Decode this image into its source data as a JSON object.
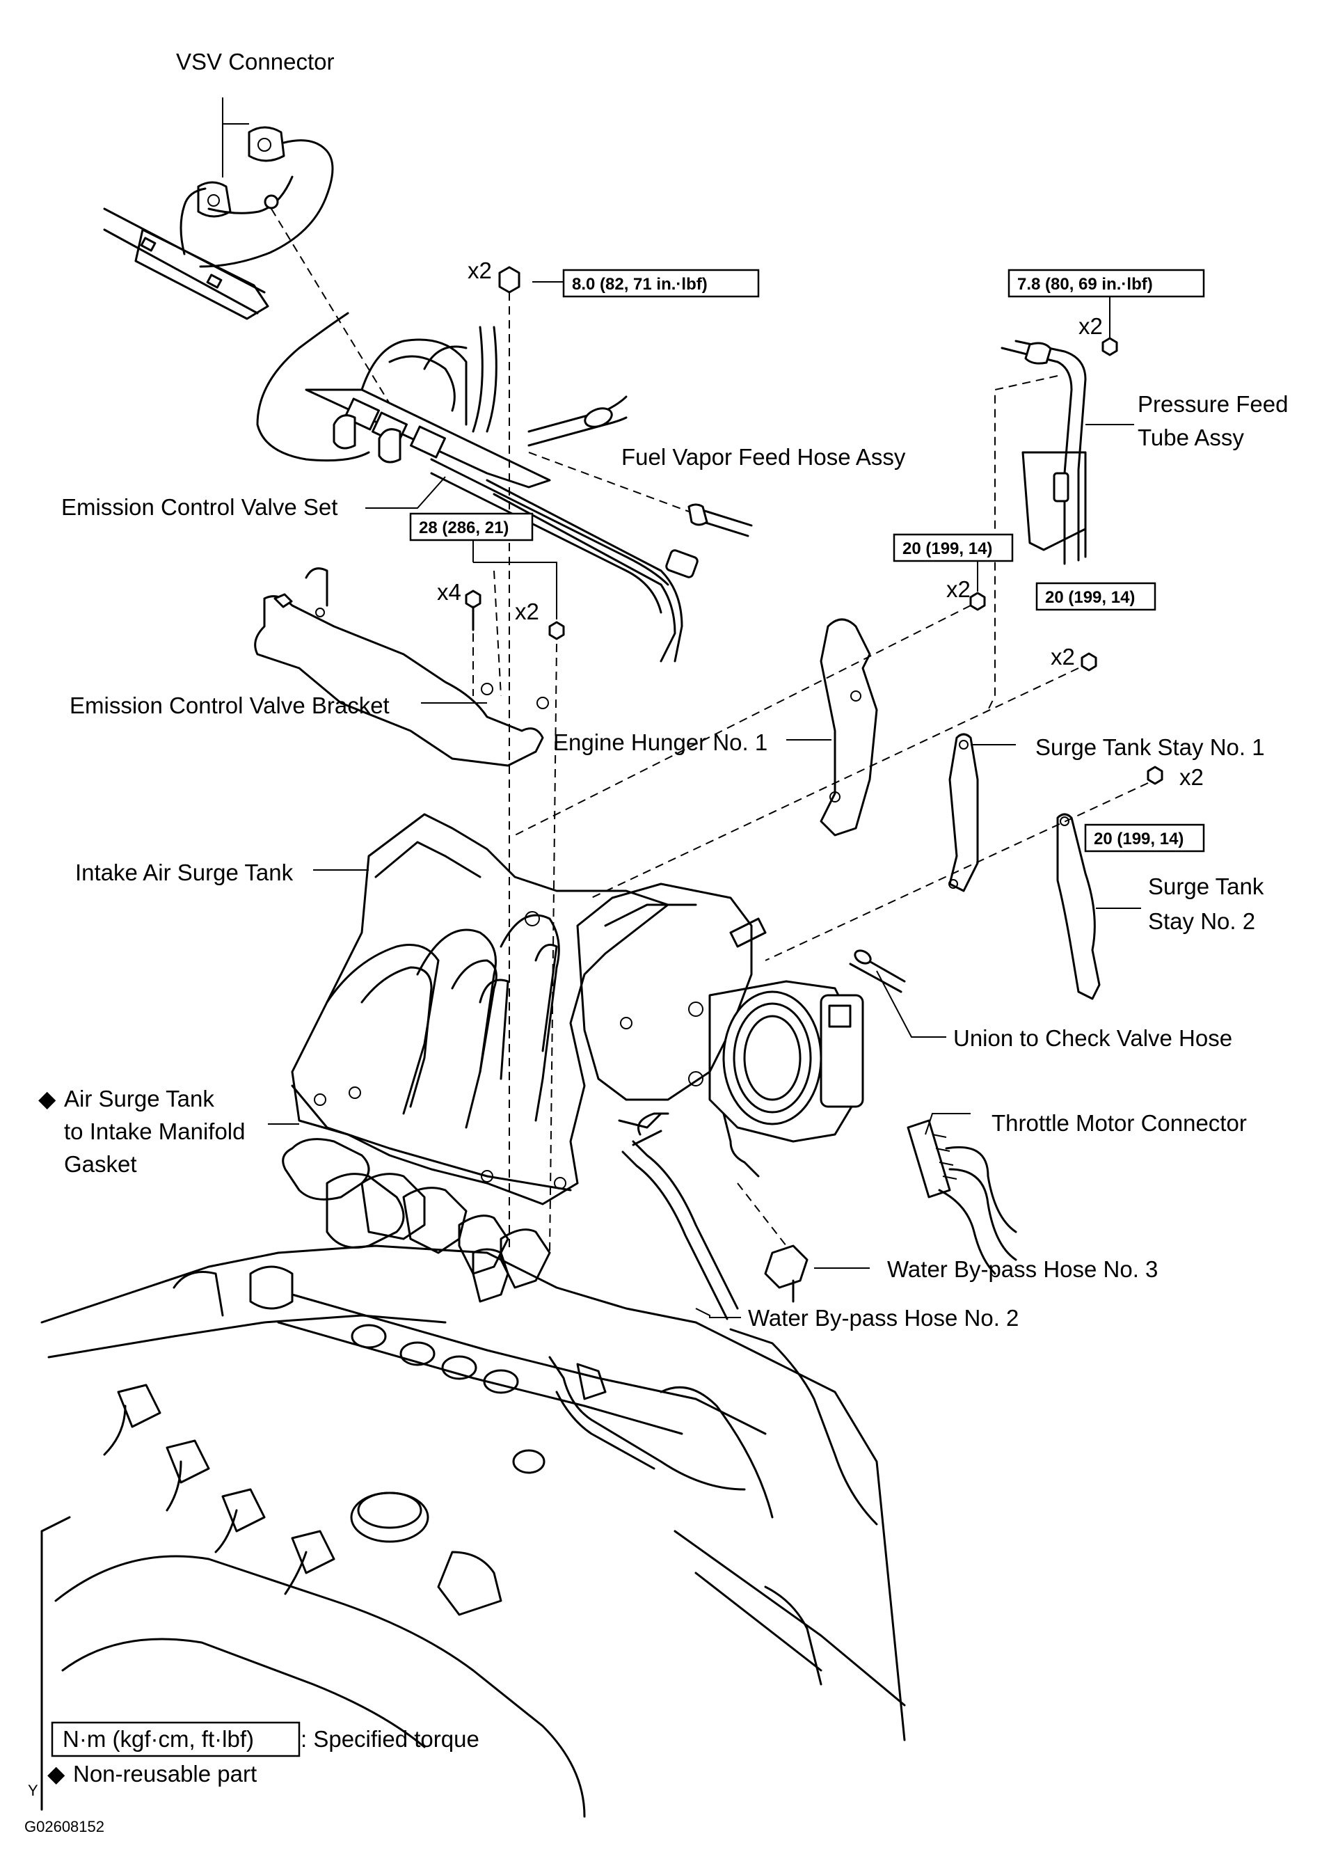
{
  "labels": {
    "vsv_connector": "VSV Connector",
    "fuel_vapor_feed_hose": "Fuel Vapor Feed Hose Assy",
    "emission_control_valve_set": "Emission Control Valve Set",
    "emission_control_valve_bracket": "Emission Control Valve Bracket",
    "pressure_feed_tube_line1": "Pressure Feed",
    "pressure_feed_tube_line2": "Tube Assy",
    "engine_hunger": "Engine Hunger No. 1",
    "surge_tank_stay_1": "Surge Tank Stay No. 1",
    "surge_tank_stay_2_line1": "Surge Tank",
    "surge_tank_stay_2_line2": "Stay No. 2",
    "intake_air_surge_tank": "Intake Air Surge Tank",
    "union_to_check_valve_hose": "Union to Check Valve Hose",
    "gasket_line1": "Air Surge Tank",
    "gasket_line2": "to Intake Manifold",
    "gasket_line3": "Gasket",
    "throttle_motor_connector": "Throttle Motor Connector",
    "water_bypass_hose_3": "Water By-pass Hose No. 3",
    "water_bypass_hose_2": "Water By-pass Hose No. 2"
  },
  "torque": {
    "t1": "8.0 (82, 71 in.·lbf)",
    "t2": "7.8 (80, 69 in.·lbf)",
    "t3": "28 (286, 21)",
    "t4": "20 (199, 14)",
    "t5": "20 (199, 14)",
    "t6": "20 (199, 14)"
  },
  "qty": {
    "q1": "x2",
    "q2": "x2",
    "q3": "x4",
    "q4": "x2",
    "q5": "x2",
    "q6": "x2",
    "q7": "x2"
  },
  "legend": {
    "torque_sample": "N·m (kgf·cm, ft·lbf)",
    "torque_desc": ": Specified torque",
    "nonreusable_mark": "◆",
    "nonreusable_desc": "Non-reusable part"
  },
  "footer": {
    "mark": "Y",
    "code": "G02608152"
  }
}
